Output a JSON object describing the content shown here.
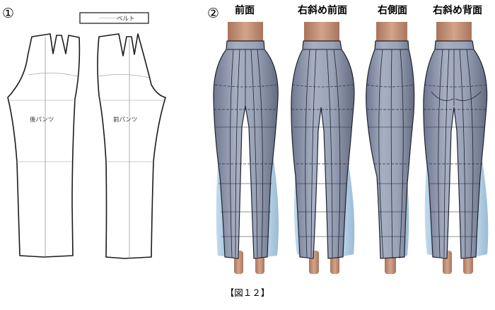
{
  "panel1": {
    "number": "①",
    "belt_label": "ベルト",
    "back_pants_label": "後パンツ",
    "front_pants_label": "前パンツ"
  },
  "panel2": {
    "number": "②",
    "views": [
      {
        "label": "前面"
      },
      {
        "label": "右斜め前面"
      },
      {
        "label": "右側面"
      },
      {
        "label": "右斜め背面"
      }
    ]
  },
  "caption": "【図１２】",
  "colors": {
    "pants_fill": "#8f98ab",
    "pants_dark": "#6a7286",
    "drape_fill": "#a9c8e0",
    "skin": "#c29279",
    "line": "#1e2230"
  }
}
